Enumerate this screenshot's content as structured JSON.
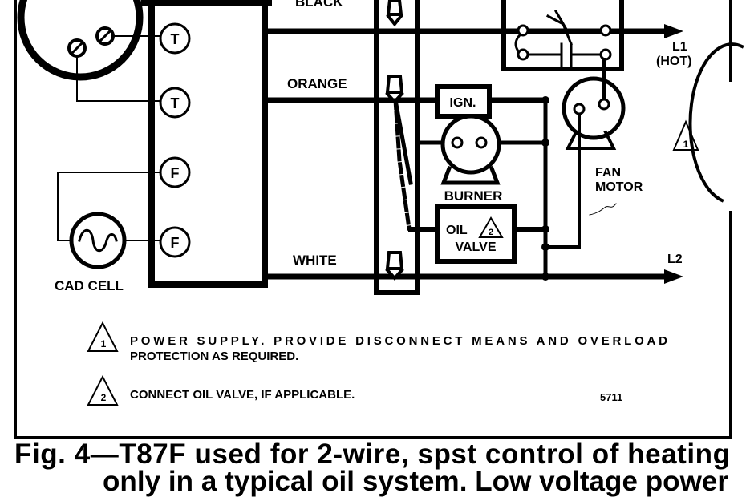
{
  "diagram": {
    "terminals": [
      "T",
      "T",
      "F",
      "F"
    ],
    "cad_cell_label": "CAD CELL",
    "wire_labels": {
      "black": "BLACK",
      "orange": "ORANGE",
      "white": "WHITE"
    },
    "ignition_label": "IGN.",
    "burner_label": "BURNER",
    "oil_valve_label": [
      "OIL",
      "VALVE"
    ],
    "oil_valve_note_number": "2",
    "fan_motor_label": [
      "FAN",
      "MOTOR"
    ],
    "l1_label": [
      "L1",
      "(HOT)"
    ],
    "l1_note_number": "1",
    "l2_label": "L2"
  },
  "notes": [
    {
      "number": "1",
      "lines": [
        "POWER SUPPLY. PROVIDE DISCONNECT MEANS AND OVERLOAD",
        "PROTECTION AS REQUIRED."
      ]
    },
    {
      "number": "2",
      "lines": [
        "CONNECT OIL VALVE, IF APPLICABLE."
      ]
    }
  ],
  "drawing_number": "5711",
  "caption": [
    "Fig. 4—T87F used for 2-wire, spst control of heating",
    "only in a typical oil system. Low voltage power"
  ]
}
